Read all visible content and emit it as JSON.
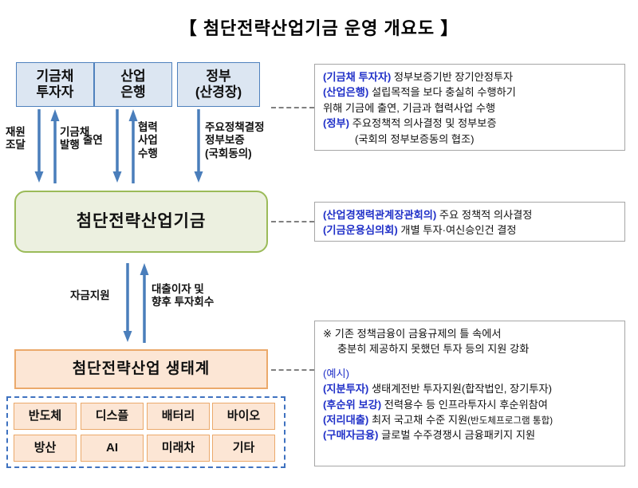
{
  "title": "【 첨단전략산업기금 운영 개요도 】",
  "top_boxes": [
    {
      "label": "기금채\n투자자"
    },
    {
      "label": "산업\n은행"
    },
    {
      "label": "정부\n(산경장)"
    }
  ],
  "flow_captions": [
    {
      "label": "재원\n조달"
    },
    {
      "label": "기금채\n발행"
    },
    {
      "label": "출연"
    },
    {
      "label": "협력\n사업\n수행"
    },
    {
      "label": "주요정책결정\n정부보증\n(국회동의)"
    }
  ],
  "fund_box": {
    "label": "첨단전략산업기금"
  },
  "mid_captions": [
    {
      "label": "자금지원"
    },
    {
      "label": "대출이자 및\n향후 투자회수"
    }
  ],
  "ecosystem_box": {
    "label": "첨단전략산업 생태계"
  },
  "sectors": [
    {
      "label": "반도체"
    },
    {
      "label": "디스플"
    },
    {
      "label": "배터리"
    },
    {
      "label": "바이오"
    },
    {
      "label": "방산"
    },
    {
      "label": "AI"
    },
    {
      "label": "미래차"
    },
    {
      "label": "기타"
    }
  ],
  "note_top": {
    "lines": [
      {
        "tag": "(기금채 투자자)",
        "text": " 정부보증기반 장기안정투자"
      },
      {
        "tag": "(산업은행)",
        "text": " 설립목적을 보다 충실히 수행하기"
      },
      {
        "tag": "",
        "text": "위해 기금에 출연, 기금과 협력사업 수행"
      },
      {
        "tag": "(정부)",
        "text": " 주요정책적 의사결정 및 정부보증"
      },
      {
        "tag": "",
        "text": "(국회의 정부보증동의 협조)"
      }
    ]
  },
  "note_mid": {
    "lines": [
      {
        "tag": "(산업경쟁력관계장관회의)",
        "text": " 주요 정책적 의사결정"
      },
      {
        "tag": "(기금운용심의회)",
        "text": " 개별 투자·여신승인건 결정"
      }
    ]
  },
  "note_bottom": {
    "header1": "※ 기존 정책금융이 금융규제의 틀 속에서",
    "header2": "충분히 제공하지 못했던 투자 등의 지원 강화",
    "example_label": "(예시)",
    "lines": [
      {
        "tag": "(지분투자)",
        "text": " 생태계전반 투자지원(합작법인, 장기투자)"
      },
      {
        "tag": "(후순위 보강)",
        "text": " 전력용수 등 인프라투자시 후순위참여"
      },
      {
        "tag": "(저리대출)",
        "text": " 최저 국고채 수준 지원",
        "small": "(반도체프로그램 통합)"
      },
      {
        "tag": "(구매자금융)",
        "text": " 글로벌 수주경쟁시 금융패키지 지원"
      }
    ]
  },
  "colors": {
    "blue_fill": "#dce6f2",
    "blue_border": "#4f81bd",
    "green_fill": "#ecf0e0",
    "green_border": "#9bbb59",
    "peach_fill": "#fce6d5",
    "peach_border": "#eba96b",
    "arrow_blue": "#4a7ebb",
    "label_blue": "#2030c8",
    "dash_gray": "#808080"
  }
}
